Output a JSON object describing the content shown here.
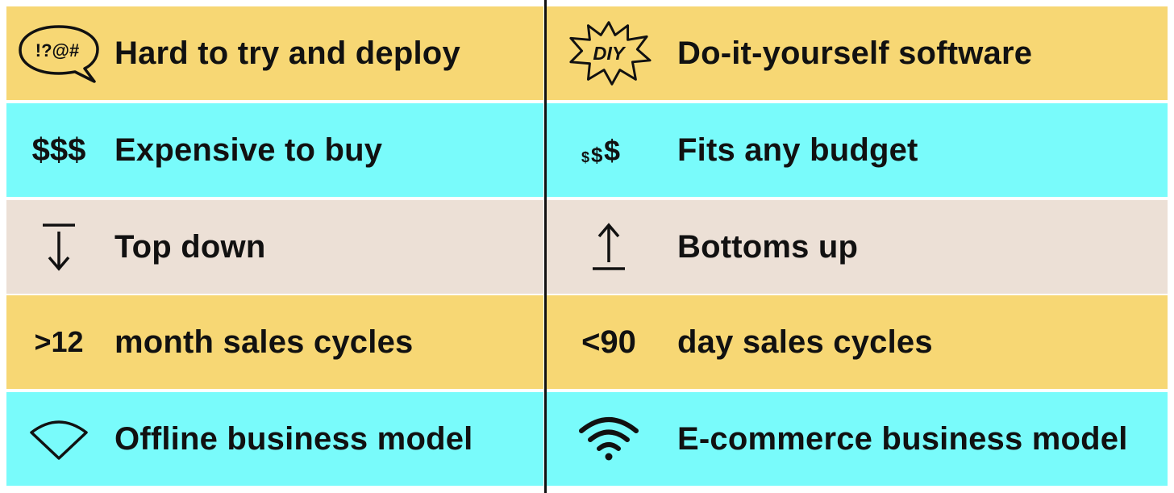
{
  "colors": {
    "yellow": "#f7d774",
    "cyan": "#79fbfb",
    "beige": "#ece0d6",
    "ink": "#111111"
  },
  "rows": [
    {
      "color": "yellow",
      "left": {
        "icon": "speech-bubble-cursing-icon",
        "icon_text": "!?@#",
        "label": "Hard to try and deploy"
      },
      "right": {
        "icon": "diy-starburst-icon",
        "icon_text": "DIY",
        "label": "Do-it-yourself software"
      }
    },
    {
      "color": "cyan",
      "left": {
        "icon": "dollar-signs-icon",
        "icon_text": "$$$",
        "label": "Expensive to buy"
      },
      "right": {
        "icon": "dollar-signs-ascending-icon",
        "icon_text": "$$$",
        "label": "Fits any budget"
      }
    },
    {
      "color": "beige",
      "left": {
        "icon": "arrow-down-from-bar-icon",
        "label": "Top down"
      },
      "right": {
        "icon": "arrow-up-from-bar-icon",
        "label": "Bottoms up"
      }
    },
    {
      "color": "yellow",
      "left": {
        "icon": "greater-than-number",
        "icon_text": ">12",
        "label": "month sales cycles"
      },
      "right": {
        "icon": "less-than-number",
        "icon_text": "<90",
        "label": "day sales cycles"
      }
    },
    {
      "color": "cyan",
      "left": {
        "icon": "wifi-off-outline-icon",
        "label": "Offline business model"
      },
      "right": {
        "icon": "wifi-icon",
        "label": "E-commerce business model"
      }
    }
  ]
}
